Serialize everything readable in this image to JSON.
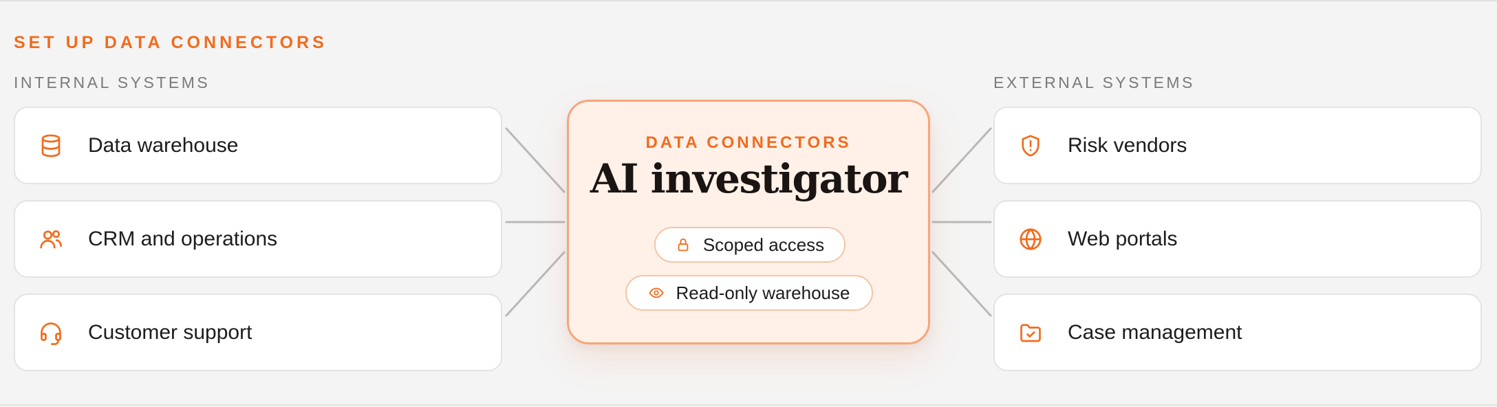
{
  "section_title": "SET UP DATA CONNECTORS",
  "internal": {
    "label": "INTERNAL SYSTEMS",
    "items": [
      {
        "label": "Data warehouse",
        "icon": "database-icon"
      },
      {
        "label": "CRM and operations",
        "icon": "users-icon"
      },
      {
        "label": "Customer support",
        "icon": "headset-icon"
      }
    ]
  },
  "external": {
    "label": "EXTERNAL SYSTEMS",
    "items": [
      {
        "label": "Risk vendors",
        "icon": "shield-alert-icon"
      },
      {
        "label": "Web portals",
        "icon": "globe-icon"
      },
      {
        "label": "Case management",
        "icon": "folder-check-icon"
      }
    ]
  },
  "hub": {
    "eyebrow": "DATA CONNECTORS",
    "title": "AI investigator",
    "badges": [
      {
        "label": "Scoped access",
        "icon": "lock-icon"
      },
      {
        "label": "Read-only warehouse",
        "icon": "eye-icon"
      }
    ]
  },
  "colors": {
    "accent": "#f26b1d",
    "hub_background": "#fff1e8",
    "hub_border": "#f6a57a",
    "page_background": "#f4f4f4",
    "connector_line": "#b8b8b8"
  }
}
